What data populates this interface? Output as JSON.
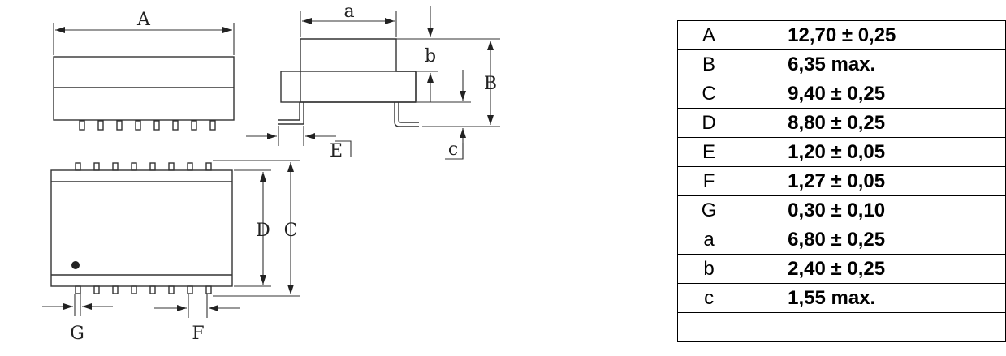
{
  "drawing_labels": {
    "top_width": "A",
    "side_width": "a",
    "side_offset": "b",
    "side_height": "B",
    "lead_thickness": "E",
    "standoff": "c",
    "body_inner": "D",
    "body_outer": "C",
    "lead_width": "G",
    "lead_pitch": "F"
  },
  "dimensions": [
    {
      "key": "A",
      "value": "12,70 ± 0,25"
    },
    {
      "key": "B",
      "value": "6,35 max."
    },
    {
      "key": "C",
      "value": "9,40 ± 0,25"
    },
    {
      "key": "D",
      "value": "8,80 ± 0,25"
    },
    {
      "key": "E",
      "value": "1,20 ± 0,05"
    },
    {
      "key": "F",
      "value": "1,27 ± 0,05"
    },
    {
      "key": "G",
      "value": "0,30 ± 0,10"
    },
    {
      "key": "a",
      "value": "6,80 ± 0,25"
    },
    {
      "key": "b",
      "value": "2,40 ± 0,25"
    },
    {
      "key": "c",
      "value": "1,55 max."
    },
    {
      "key": "",
      "value": ""
    }
  ]
}
